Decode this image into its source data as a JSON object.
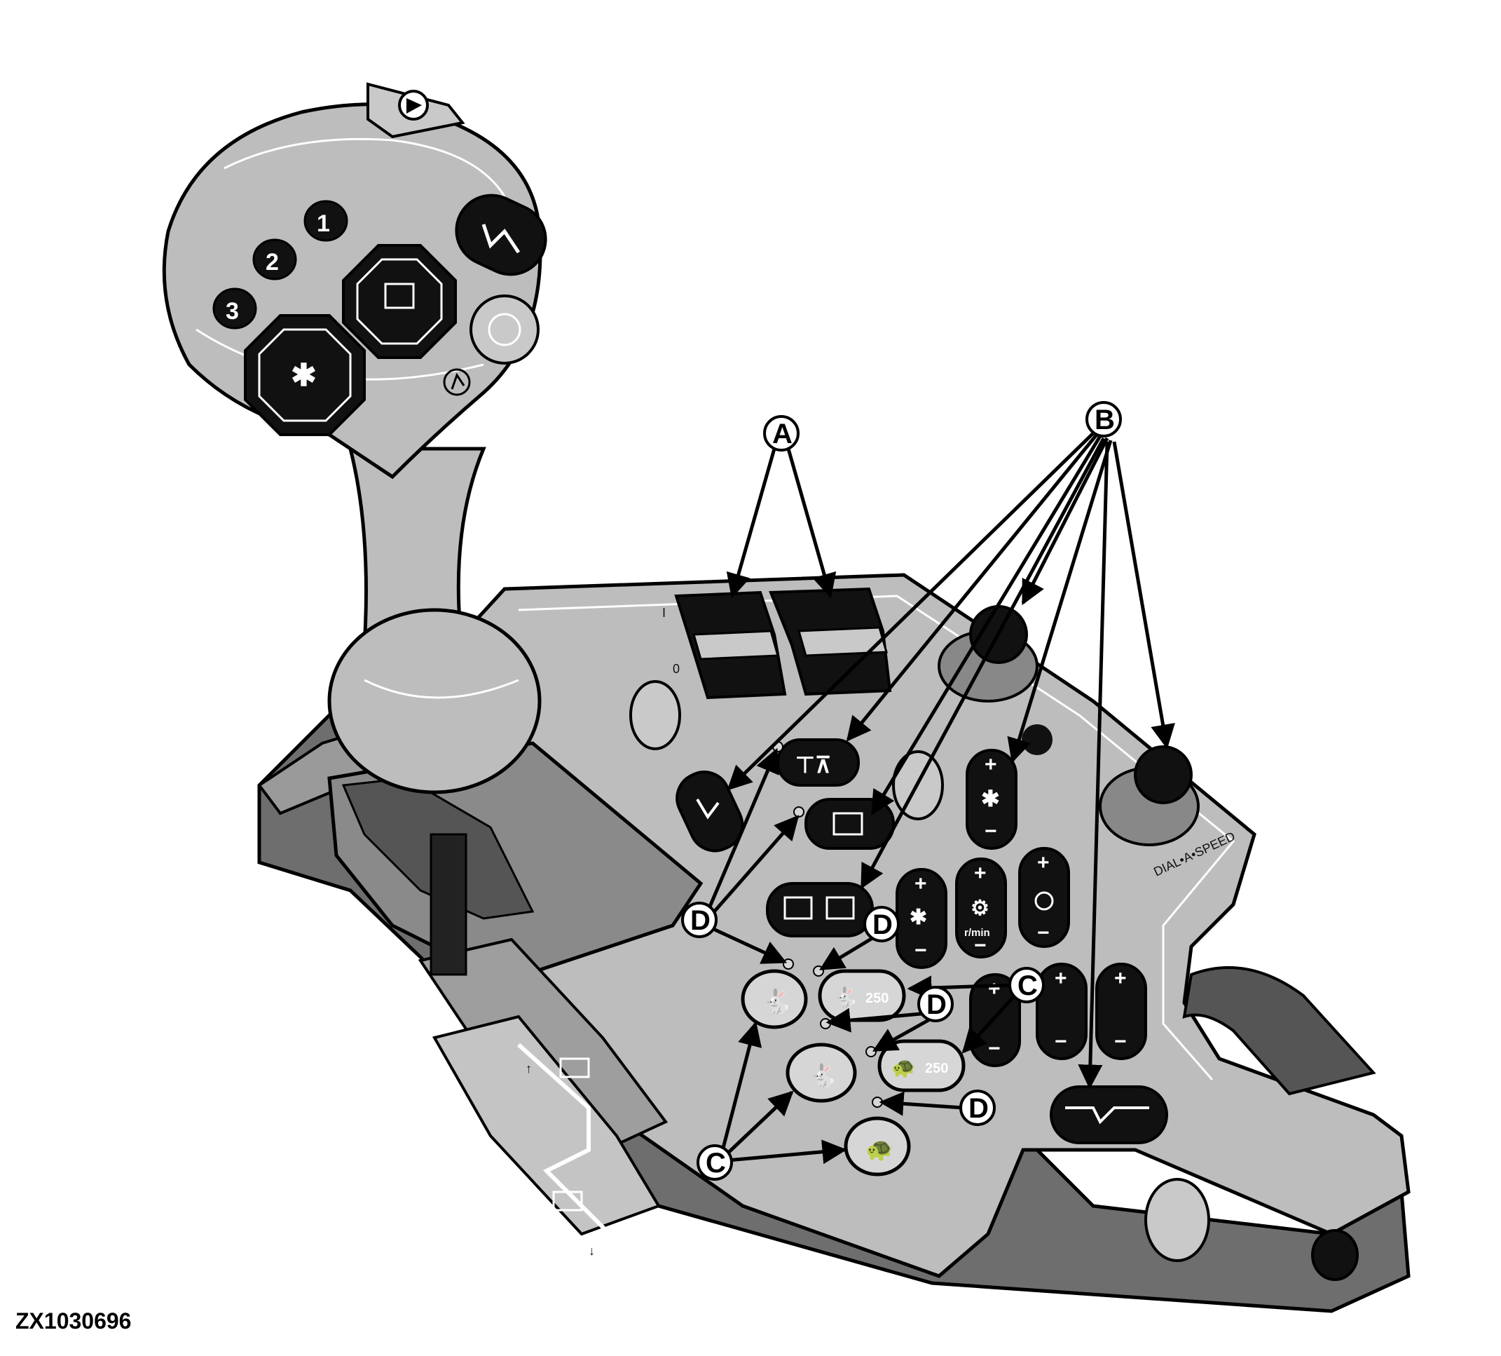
{
  "figure_id": "ZX1030696",
  "callouts": {
    "a": "A",
    "b": "B",
    "c": "C",
    "d": "D"
  },
  "joystick_buttons": {
    "b1": "1",
    "b2": "2",
    "b3": "3"
  },
  "decals": {
    "plus": "+",
    "minus": "−",
    "rpm_unit": "r/min",
    "dial_speed": "DIAL•A•SPEED",
    "count_250": "250",
    "switch_1": "I",
    "switch_0": "0"
  },
  "colors": {
    "body": "#bdbdbd",
    "shadow": "#6e6e6e",
    "dark": "#111111",
    "light": "#d6d6d6"
  }
}
